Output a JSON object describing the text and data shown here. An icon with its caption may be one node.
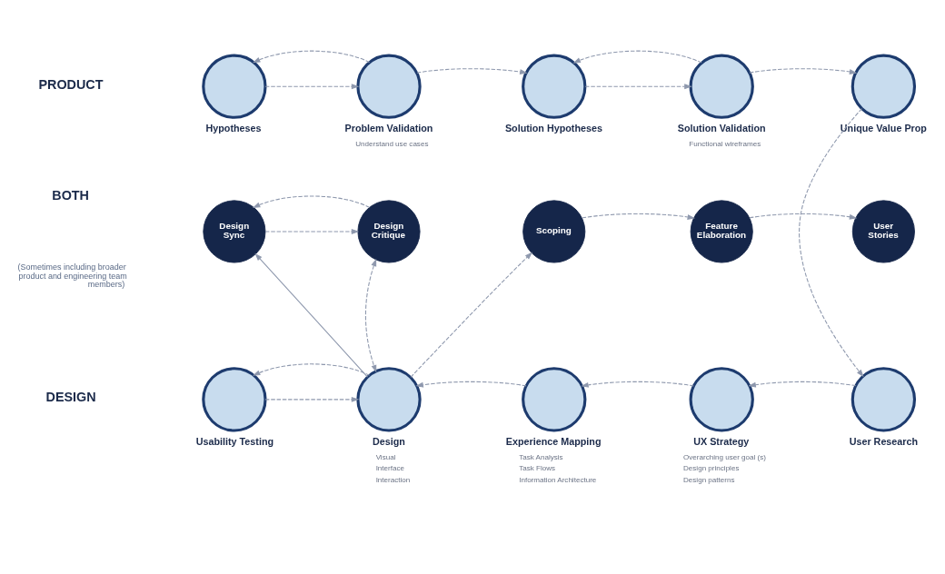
{
  "diagram": {
    "nodes": [
      {
        "text": [
          "Hypotheses"
        ]
      },
      {
        "text": [
          "Problem Validation"
        ],
        "beside": [
          "Understand use cases"
        ]
      },
      {
        "text": [
          "Solution Hypotheses"
        ]
      },
      {
        "text": [
          "Solution Validation"
        ],
        "beside": [
          "Functional wireframes"
        ]
      },
      {
        "text": [
          "Unique Value Prop"
        ]
      },
      {
        "text": [
          "Design Sync"
        ]
      },
      {
        "text": [
          "Design Critique"
        ]
      },
      {
        "text": [
          "Scoping"
        ]
      },
      {
        "text": [
          "Feature Elaboration"
        ]
      },
      {
        "text": [
          "User Stories"
        ]
      },
      {
        "text": [
          "Usability Testing"
        ]
      },
      {
        "text": [
          "Design"
        ],
        "beside": [
          "Visual",
          "Interface",
          "Interaction"
        ]
      },
      {
        "text": [
          "Experience Mapping"
        ],
        "beside": [
          "Task Analysis",
          "Task Flows",
          "Information Architecture"
        ]
      },
      {
        "text": [
          "UX Strategy"
        ],
        "beside": [
          "Overarching user goal (s)",
          "Design principles",
          "Design patterns"
        ]
      },
      {
        "text": [
          "User Research"
        ]
      }
    ],
    "edges": [
      {
        "from": 0,
        "to": 1,
        "arrow": "to",
        "style": "dashed"
      },
      {
        "from": 1,
        "to": 0,
        "arrow": "to",
        "style": "dashed"
      },
      {
        "from": 1,
        "to": 2,
        "arrow": "to",
        "style": "dashed"
      },
      {
        "from": 2,
        "to": 3,
        "arrow": "to",
        "style": "dashed"
      },
      {
        "from": 3,
        "to": 2,
        "arrow": "to",
        "style": "dashed"
      },
      {
        "from": 3,
        "to": 4,
        "arrow": "to",
        "style": "dashed"
      },
      {
        "from": 4,
        "to": 14,
        "arrow": "to",
        "style": "dashed"
      },
      {
        "from": 5,
        "to": 6,
        "arrow": "to",
        "style": "dashed"
      },
      {
        "from": 6,
        "to": 5,
        "arrow": "to",
        "style": "dashed"
      },
      {
        "from": 7,
        "to": 8,
        "arrow": "to",
        "style": "dashed"
      },
      {
        "from": 8,
        "to": 9,
        "arrow": "to",
        "style": "dashed"
      },
      {
        "from": 6,
        "to": 11,
        "arrow": "both",
        "style": "dashed"
      },
      {
        "from": 11,
        "to": 5,
        "arrow": "to"
      },
      {
        "from": 11,
        "to": 7,
        "arrow": "to",
        "style": "dashed"
      },
      {
        "from": 10,
        "to": 11,
        "arrow": "to",
        "style": "dashed"
      },
      {
        "from": 14,
        "to": 13,
        "arrow": "to",
        "style": "dashed"
      },
      {
        "from": 13,
        "to": 12,
        "arrow": "to",
        "style": "dashed"
      },
      {
        "from": 12,
        "to": 11,
        "arrow": "to",
        "style": "dashed"
      },
      {
        "from": 11,
        "to": 10,
        "arrow": "to",
        "style": "dashed"
      }
    ],
    "labels": [
      "PRODUCT",
      "BOTH",
      "(Sometimes including broader product and engineering team members)",
      "DESIGN"
    ]
  }
}
